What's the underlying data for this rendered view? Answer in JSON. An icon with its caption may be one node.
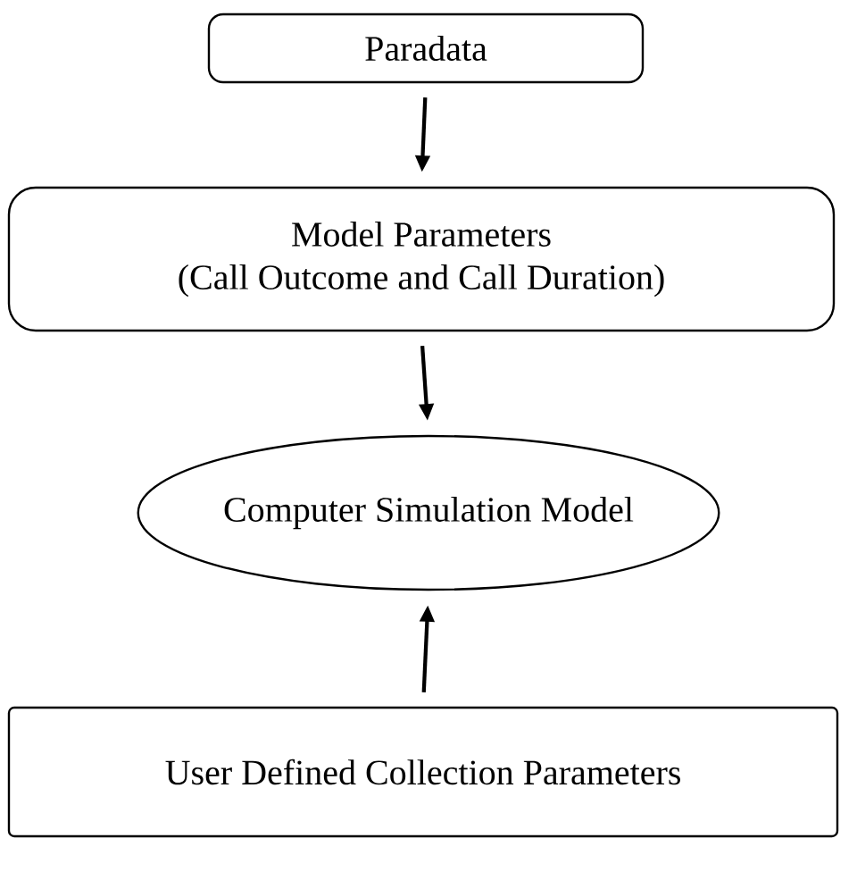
{
  "diagram": {
    "nodes": [
      {
        "text": [
          "Paradata"
        ]
      },
      {
        "text": [
          "Model Parameters",
          "(Call Outcome and Call Duration)"
        ]
      },
      {
        "text": [
          "Computer Simulation Model"
        ]
      },
      {
        "text": [
          "User Defined Collection Parameters"
        ]
      }
    ],
    "edges": [
      {
        "from": 0,
        "to": 1,
        "arrow": "to"
      },
      {
        "from": 1,
        "to": 2,
        "arrow": "to"
      },
      {
        "from": 3,
        "to": 2,
        "arrow": "to"
      }
    ]
  }
}
